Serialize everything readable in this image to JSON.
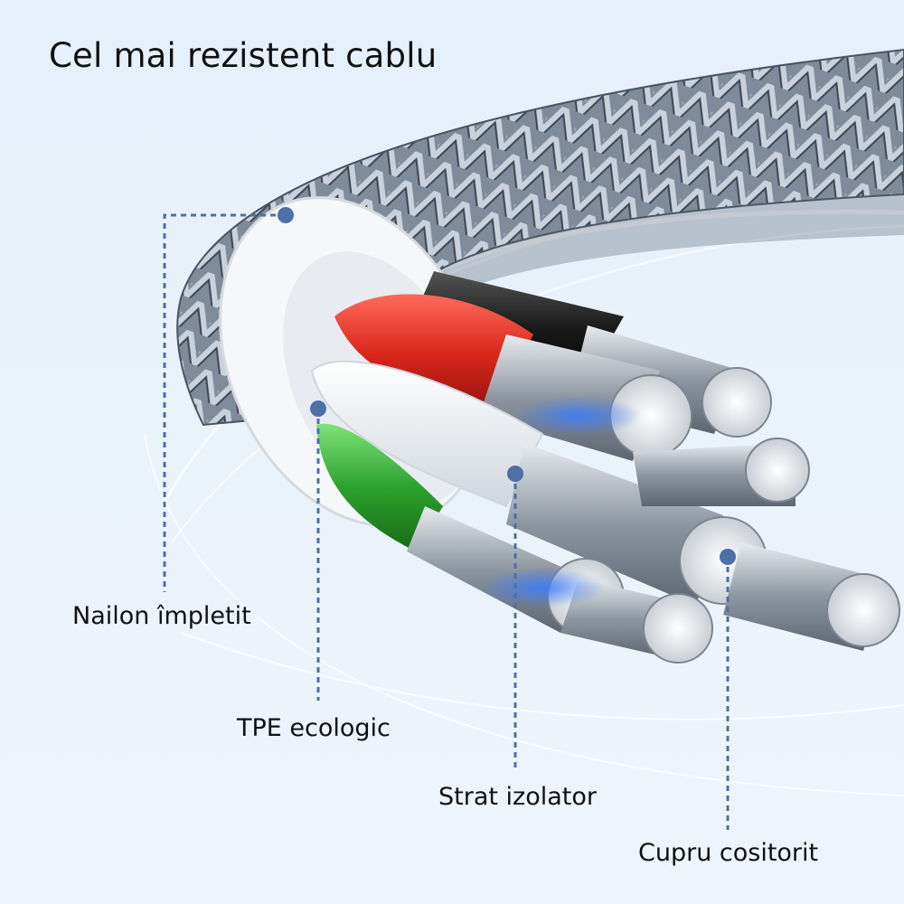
{
  "title": "Cel mai rezistent cablu",
  "labels": {
    "nylon": "Nailon împletit",
    "tpe": "TPE ecologic",
    "insulation": "Strat izolator",
    "copper": "Cupru cositorit"
  },
  "colors": {
    "background": "#e9f2fb",
    "leader": "#4e6fa8",
    "wire_red": "#d8261c",
    "wire_green": "#2ca12c",
    "wire_black": "#1c1c1c",
    "wire_white": "#f4f6f8",
    "braid": "#8c98a6"
  }
}
